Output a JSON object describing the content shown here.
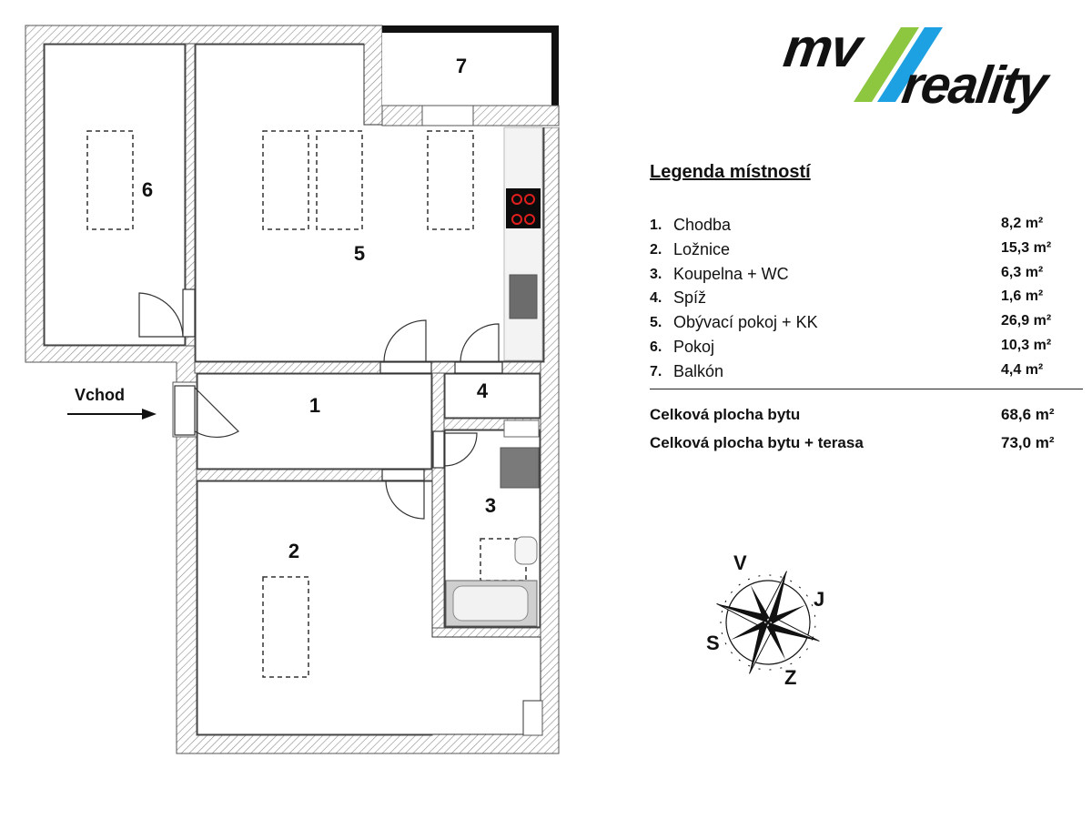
{
  "logo": {
    "brand_a": "mv",
    "brand_b": "reality",
    "colors": {
      "green": "#8dc63f",
      "blue": "#1da1e2",
      "text": "#111111"
    }
  },
  "plan": {
    "entry_label": "Vchod",
    "rooms": [
      {
        "number": "1"
      },
      {
        "number": "2"
      },
      {
        "number": "3"
      },
      {
        "number": "4"
      },
      {
        "number": "5"
      },
      {
        "number": "6"
      },
      {
        "number": "7"
      }
    ]
  },
  "legend": {
    "title": "Legenda místností",
    "items": [
      {
        "index": "1.",
        "name": "Chodba",
        "area": "8,2 m²"
      },
      {
        "index": "2.",
        "name": "Ložnice",
        "area": "15,3 m²"
      },
      {
        "index": "3.",
        "name": "Koupelna + WC",
        "area": "6,3 m²"
      },
      {
        "index": "4.",
        "name": "Spíž",
        "area": "1,6 m²"
      },
      {
        "index": "5.",
        "name": "Obývací pokoj + KK",
        "area": "26,9 m²"
      },
      {
        "index": "6.",
        "name": "Pokoj",
        "area": "10,3 m²"
      },
      {
        "index": "7.",
        "name": "Balkón",
        "area": "4,4 m²"
      }
    ],
    "totals": [
      {
        "name": "Celková plocha bytu",
        "area": "68,6 m²"
      },
      {
        "name": "Celková plocha bytu + terasa",
        "area": "73,0 m²"
      }
    ]
  },
  "compass": {
    "north": "V",
    "east": "J",
    "south": "Z",
    "west": "S"
  }
}
